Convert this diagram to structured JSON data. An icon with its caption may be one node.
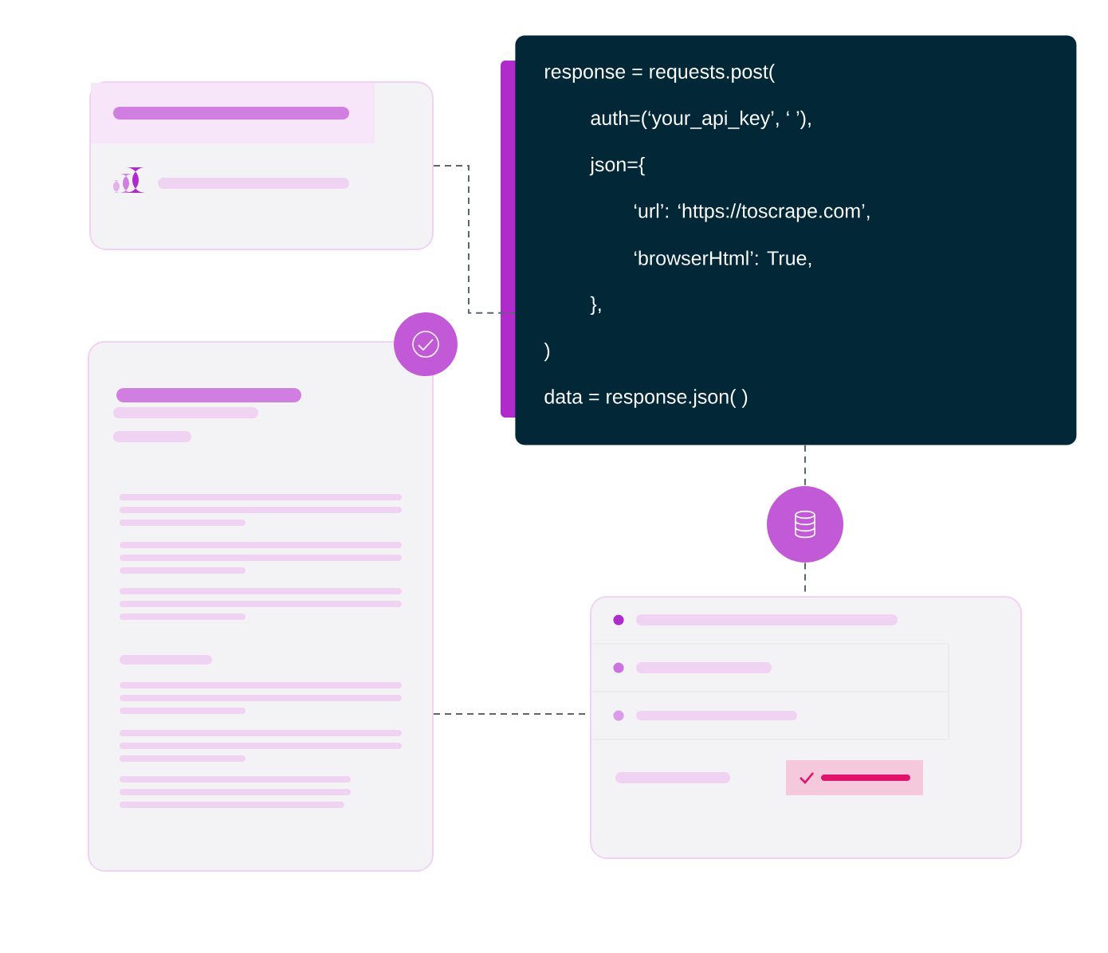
{
  "diagram": {
    "nodes": [
      {
        "text": [],
        "shape": "box"
      },
      {
        "text": [
          "response = requests.post(",
          "auth=(‘your_api_key’, ‘ ’),",
          "json={",
          "‘url’: ‘https://toscrape.com’,",
          "‘browserHtml’: True,",
          "},",
          ")",
          "data = response.json( )"
        ]
      },
      {
        "text": [],
        "shape": "box"
      },
      {
        "text": [],
        "shape": "circle"
      },
      {
        "text": [],
        "shape": "box"
      }
    ],
    "edges": [
      {
        "from": 0,
        "to": 1,
        "arrow": "none",
        "style": "dashed"
      },
      {
        "from": 1,
        "to": 3,
        "arrow": "none",
        "style": "dashed"
      },
      {
        "from": 3,
        "to": 4,
        "arrow": "none",
        "style": "dashed"
      },
      {
        "from": 2,
        "to": 4,
        "arrow": "none",
        "style": "dashed"
      }
    ]
  }
}
